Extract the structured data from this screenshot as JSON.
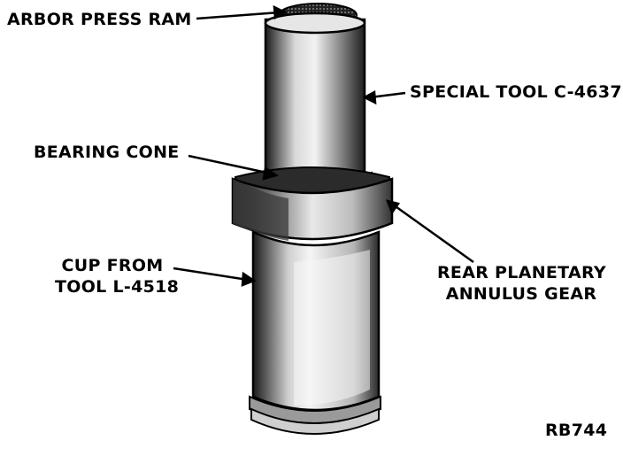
{
  "labels": {
    "arbor_press_ram": "ARBOR PRESS RAM",
    "special_tool": "SPECIAL TOOL C-4637",
    "bearing_cone": "BEARING CONE",
    "cup_line1": "CUP FROM",
    "cup_line2": "TOOL L-4518",
    "gear_line1": "REAR PLANETARY",
    "gear_line2": "ANNULUS GEAR",
    "figure_code": "RB744"
  },
  "colors": {
    "ink": "#000000",
    "paper": "#ffffff"
  }
}
